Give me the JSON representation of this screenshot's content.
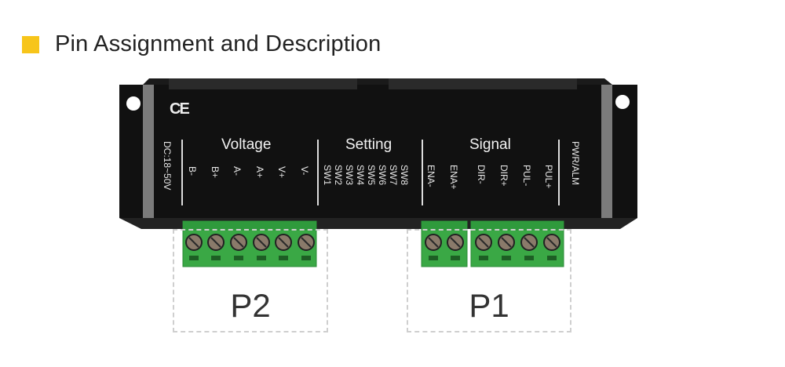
{
  "header": {
    "title": "Pin Assignment and Description",
    "accent_color": "#f7c51a"
  },
  "board": {
    "ce_mark": "CE",
    "dc_label": "DC:18~50V",
    "voltage": {
      "title": "Voltage",
      "pins": [
        "B-",
        "B+",
        "A-",
        "A+",
        "V+",
        "V-"
      ]
    },
    "setting": {
      "title": "Setting",
      "switches": [
        "SW1",
        "SW2",
        "SW3",
        "SW4",
        "SW5",
        "SW6",
        "SW7",
        "SW8"
      ]
    },
    "signal": {
      "title": "Signal",
      "pins": [
        "ENA-",
        "ENA+",
        "DIR-",
        "DIR+",
        "PUL-",
        "PUL+"
      ]
    },
    "status_label": "PWR/ALM"
  },
  "connectors": {
    "p2_label": "P2",
    "p1_label": "P1",
    "terminal_color": "#3aa845"
  }
}
